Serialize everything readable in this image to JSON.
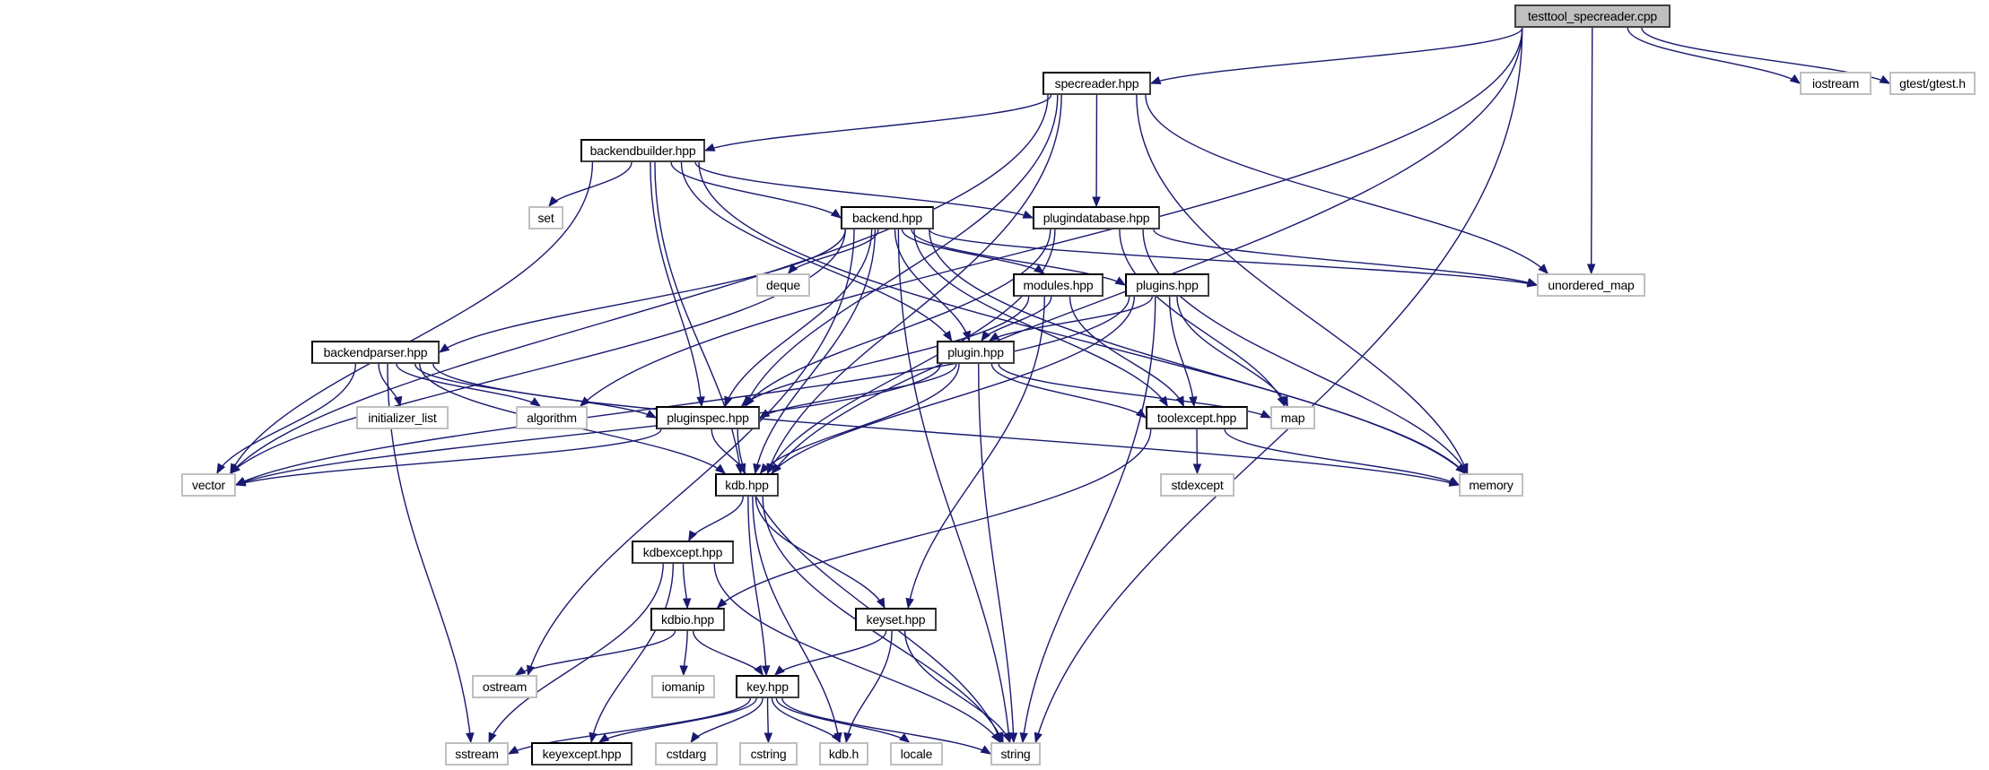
{
  "graph": {
    "title": "testtool_specreader.cpp include dependency graph",
    "colors": {
      "edge": "#191970",
      "root_fill": "#bfbfbf",
      "local_border": "#000000",
      "system_border": "#bfbfbf"
    },
    "nodes": [
      {
        "id": "root",
        "label": "testtool_specreader.cpp",
        "kind": "root"
      },
      {
        "id": "specreader",
        "label": "specreader.hpp",
        "kind": "local"
      },
      {
        "id": "iostream",
        "label": "iostream",
        "kind": "system"
      },
      {
        "id": "gtest",
        "label": "gtest/gtest.h",
        "kind": "system"
      },
      {
        "id": "backendbuilder",
        "label": "backendbuilder.hpp",
        "kind": "local"
      },
      {
        "id": "set",
        "label": "set",
        "kind": "system"
      },
      {
        "id": "backend",
        "label": "backend.hpp",
        "kind": "local"
      },
      {
        "id": "plugindatabase",
        "label": "plugindatabase.hpp",
        "kind": "local"
      },
      {
        "id": "deque",
        "label": "deque",
        "kind": "system"
      },
      {
        "id": "modules",
        "label": "modules.hpp",
        "kind": "local"
      },
      {
        "id": "plugins",
        "label": "plugins.hpp",
        "kind": "local"
      },
      {
        "id": "unordered_map",
        "label": "unordered_map",
        "kind": "system"
      },
      {
        "id": "backendparser",
        "label": "backendparser.hpp",
        "kind": "local"
      },
      {
        "id": "plugin",
        "label": "plugin.hpp",
        "kind": "local"
      },
      {
        "id": "initializer_list",
        "label": "initializer_list",
        "kind": "system"
      },
      {
        "id": "algorithm",
        "label": "algorithm",
        "kind": "system"
      },
      {
        "id": "pluginspec",
        "label": "pluginspec.hpp",
        "kind": "local"
      },
      {
        "id": "toolexcept",
        "label": "toolexcept.hpp",
        "kind": "local"
      },
      {
        "id": "map",
        "label": "map",
        "kind": "system"
      },
      {
        "id": "vector",
        "label": "vector",
        "kind": "system"
      },
      {
        "id": "kdb",
        "label": "kdb.hpp",
        "kind": "local"
      },
      {
        "id": "stdexcept",
        "label": "stdexcept",
        "kind": "system"
      },
      {
        "id": "memory",
        "label": "memory",
        "kind": "system"
      },
      {
        "id": "kdbexcept",
        "label": "kdbexcept.hpp",
        "kind": "local"
      },
      {
        "id": "kdbio",
        "label": "kdbio.hpp",
        "kind": "local"
      },
      {
        "id": "keyset",
        "label": "keyset.hpp",
        "kind": "local"
      },
      {
        "id": "ostream",
        "label": "ostream",
        "kind": "system"
      },
      {
        "id": "iomanip",
        "label": "iomanip",
        "kind": "system"
      },
      {
        "id": "key",
        "label": "key.hpp",
        "kind": "local"
      },
      {
        "id": "sstream",
        "label": "sstream",
        "kind": "system"
      },
      {
        "id": "keyexcept",
        "label": "keyexcept.hpp",
        "kind": "local"
      },
      {
        "id": "cstdarg",
        "label": "cstdarg",
        "kind": "system"
      },
      {
        "id": "cstring",
        "label": "cstring",
        "kind": "system"
      },
      {
        "id": "kdbh",
        "label": "kdb.h",
        "kind": "system"
      },
      {
        "id": "locale",
        "label": "locale",
        "kind": "system"
      },
      {
        "id": "string",
        "label": "string",
        "kind": "system"
      }
    ],
    "edges": [
      [
        "root",
        "specreader"
      ],
      [
        "root",
        "iostream"
      ],
      [
        "root",
        "gtest"
      ],
      [
        "root",
        "unordered_map"
      ],
      [
        "root",
        "string"
      ],
      [
        "root",
        "algorithm"
      ],
      [
        "root",
        "kdb"
      ],
      [
        "specreader",
        "backendbuilder"
      ],
      [
        "specreader",
        "plugindatabase"
      ],
      [
        "specreader",
        "unordered_map"
      ],
      [
        "specreader",
        "memory"
      ],
      [
        "specreader",
        "pluginspec"
      ],
      [
        "specreader",
        "vector"
      ],
      [
        "specreader",
        "kdb"
      ],
      [
        "backendbuilder",
        "set"
      ],
      [
        "backendbuilder",
        "backend"
      ],
      [
        "backendbuilder",
        "plugindatabase"
      ],
      [
        "backendbuilder",
        "pluginspec"
      ],
      [
        "backendbuilder",
        "plugin"
      ],
      [
        "backendbuilder",
        "vector"
      ],
      [
        "backendbuilder",
        "kdb"
      ],
      [
        "backendbuilder",
        "memory"
      ],
      [
        "backend",
        "deque"
      ],
      [
        "backend",
        "modules"
      ],
      [
        "backend",
        "plugins"
      ],
      [
        "backend",
        "plugin"
      ],
      [
        "backend",
        "pluginspec"
      ],
      [
        "backend",
        "kdb"
      ],
      [
        "backend",
        "backendparser"
      ],
      [
        "backend",
        "vector"
      ],
      [
        "backend",
        "ostream"
      ],
      [
        "backend",
        "unordered_map"
      ],
      [
        "backend",
        "toolexcept"
      ],
      [
        "backend",
        "memory"
      ],
      [
        "backend",
        "string"
      ],
      [
        "plugindatabase",
        "pluginspec"
      ],
      [
        "plugindatabase",
        "kdb"
      ],
      [
        "plugindatabase",
        "map"
      ],
      [
        "plugindatabase",
        "memory"
      ],
      [
        "plugindatabase",
        "unordered_map"
      ],
      [
        "modules",
        "plugin"
      ],
      [
        "modules",
        "pluginspec"
      ],
      [
        "modules",
        "keyset"
      ],
      [
        "modules",
        "toolexcept"
      ],
      [
        "plugins",
        "plugin"
      ],
      [
        "plugins",
        "toolexcept"
      ],
      [
        "plugins",
        "map"
      ],
      [
        "plugins",
        "string"
      ],
      [
        "plugins",
        "kdb"
      ],
      [
        "plugins",
        "vector"
      ],
      [
        "backendparser",
        "initializer_list"
      ],
      [
        "backendparser",
        "algorithm"
      ],
      [
        "backendparser",
        "pluginspec"
      ],
      [
        "backendparser",
        "kdb"
      ],
      [
        "backendparser",
        "vector"
      ],
      [
        "backendparser",
        "memory"
      ],
      [
        "backendparser",
        "sstream"
      ],
      [
        "plugin",
        "pluginspec"
      ],
      [
        "plugin",
        "toolexcept"
      ],
      [
        "plugin",
        "map"
      ],
      [
        "plugin",
        "kdb"
      ],
      [
        "plugin",
        "string"
      ],
      [
        "plugin",
        "vector"
      ],
      [
        "pluginspec",
        "kdb"
      ],
      [
        "pluginspec",
        "vector"
      ],
      [
        "pluginspec",
        "string"
      ],
      [
        "toolexcept",
        "stdexcept"
      ],
      [
        "toolexcept",
        "memory"
      ],
      [
        "toolexcept",
        "kdbio"
      ],
      [
        "kdb",
        "kdbexcept"
      ],
      [
        "kdb",
        "keyset"
      ],
      [
        "kdb",
        "key"
      ],
      [
        "kdb",
        "string"
      ],
      [
        "kdb",
        "kdbh"
      ],
      [
        "kdbexcept",
        "kdbio"
      ],
      [
        "kdbexcept",
        "keyexcept"
      ],
      [
        "kdbexcept",
        "sstream"
      ],
      [
        "kdbexcept",
        "string"
      ],
      [
        "kdbio",
        "key"
      ],
      [
        "kdbio",
        "iomanip"
      ],
      [
        "kdbio",
        "ostream"
      ],
      [
        "keyset",
        "key"
      ],
      [
        "keyset",
        "kdbh"
      ],
      [
        "keyset",
        "string"
      ],
      [
        "key",
        "sstream"
      ],
      [
        "key",
        "keyexcept"
      ],
      [
        "key",
        "cstdarg"
      ],
      [
        "key",
        "cstring"
      ],
      [
        "key",
        "kdbh"
      ],
      [
        "key",
        "locale"
      ],
      [
        "key",
        "string"
      ]
    ]
  }
}
